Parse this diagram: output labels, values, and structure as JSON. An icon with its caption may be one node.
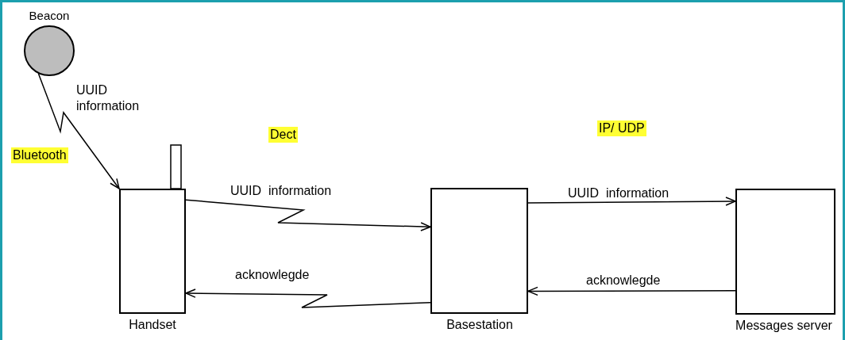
{
  "diagram": {
    "nodes": [
      {
        "text": [
          "Beacon"
        ]
      },
      {
        "text": [
          "Handset"
        ]
      },
      {
        "text": [
          "Basestation"
        ]
      },
      {
        "text": [
          "Messages server"
        ]
      }
    ],
    "edges": [
      {
        "from": 0,
        "to": 1,
        "arrow": "to",
        "label": "UUID information"
      },
      {
        "from": 1,
        "to": 2,
        "arrow": "to",
        "label": "UUID  information"
      },
      {
        "from": 2,
        "to": 1,
        "arrow": "to",
        "label": "acknowlegde"
      },
      {
        "from": 2,
        "to": 3,
        "arrow": "to",
        "label": "UUID  information"
      },
      {
        "from": 3,
        "to": 2,
        "arrow": "to",
        "label": "acknowlegde"
      }
    ],
    "labels": [
      "Bluetooth",
      "Dect",
      "IP/ UDP"
    ]
  }
}
